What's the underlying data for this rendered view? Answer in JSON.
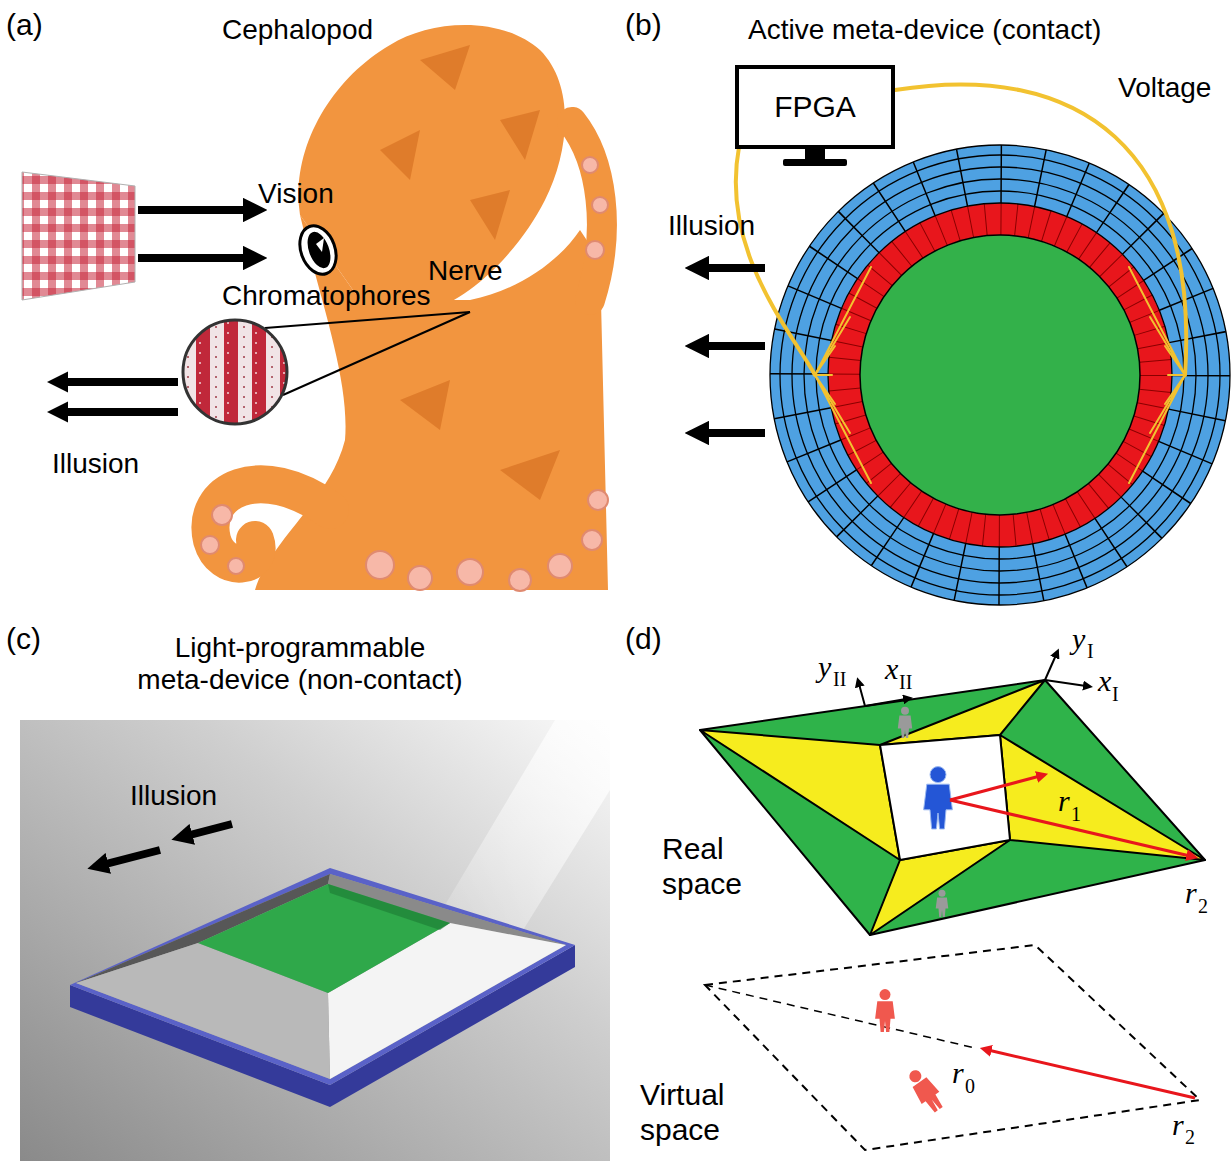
{
  "diagram": {
    "nodes": [
      {
        "text": [
          "FPGA"
        ]
      }
    ],
    "labels": [
      "(a)",
      "Cephalopod",
      "Vision",
      "Nerve",
      "Chromatophores",
      "Illusion",
      "(b)",
      "Active meta-device (contact)",
      "Voltage",
      "Illusion",
      "(c)",
      "Light-programmable meta-device (non-contact)",
      "Illusion",
      "(d)",
      "y",
      "II",
      "x",
      "II",
      "y",
      "I",
      "x",
      "I",
      "r",
      "1",
      "r",
      "2",
      "Real space",
      "r",
      "0",
      "r",
      "2",
      "Virtual space"
    ]
  }
}
